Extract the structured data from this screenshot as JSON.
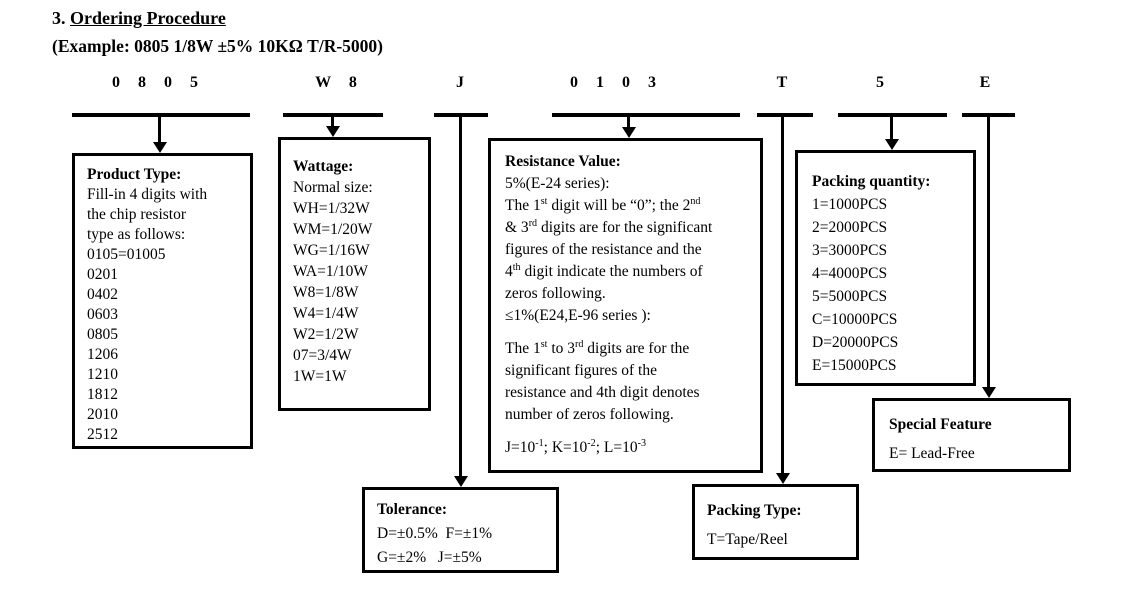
{
  "colors": {
    "ink": "#000000",
    "background": "#ffffff"
  },
  "page": {
    "title_number": "3.",
    "title": "Ordering Procedure",
    "example": "(Example: 0805 1/8W ±5% 10KΩ T/R-5000)"
  },
  "code_segments": [
    {
      "id": "product",
      "label": "0 8 0 5"
    },
    {
      "id": "wattage",
      "label": "W 8"
    },
    {
      "id": "tolerance",
      "label": "J"
    },
    {
      "id": "resist",
      "label": "0 1 0 3"
    },
    {
      "id": "packtype",
      "label": "T"
    },
    {
      "id": "packqty",
      "label": "5"
    },
    {
      "id": "special",
      "label": "E"
    }
  ],
  "boxes": {
    "product_type": {
      "title": "Product Type:",
      "lines": [
        "Fill-in 4 digits with",
        "the chip resistor",
        "type as follows:",
        "0105=01005",
        "0201",
        "0402",
        "0603",
        "0805",
        "1206",
        "1210",
        "1812",
        "2010",
        "2512"
      ]
    },
    "wattage": {
      "title": "Wattage:",
      "lines": [
        "Normal size:",
        "WH=1/32W",
        "WM=1/20W",
        "WG=1/16W",
        "WA=1/10W",
        "W8=1/8W",
        "W4=1/4W",
        "W2=1/2W",
        "07=3/4W",
        "1W=1W"
      ]
    },
    "resistance": {
      "title": "Resistance Value:",
      "lines": [
        {
          "text": "5%(E-24 series):"
        },
        {
          "text": "The 1^{st} digit will be “0”; the 2^{nd}"
        },
        {
          "text": "& 3^{rd} digits are for the significant"
        },
        {
          "text": "figures of the resistance and the"
        },
        {
          "text": "4^{th} digit indicate the numbers of"
        },
        {
          "text": "zeros following."
        },
        {
          "text": "≤1%(E24,E-96 series ):"
        },
        {
          "text": "The 1^{st} to 3^{rd} digits are for the",
          "gap": true
        },
        {
          "text": "significant figures of the"
        },
        {
          "text": "resistance and 4th digit denotes"
        },
        {
          "text": "number of zeros following."
        },
        {
          "text": "J=10^{-1}; K=10^{-2}; L=10^{-3}",
          "gap": true
        }
      ]
    },
    "packing_quantity": {
      "title": "Packing quantity:",
      "lines": [
        "1=1000PCS",
        "2=2000PCS",
        "3=3000PCS",
        "4=4000PCS",
        "5=5000PCS",
        "C=10000PCS",
        "D=20000PCS",
        "E=15000PCS"
      ]
    },
    "special_feature": {
      "title": "Special Feature",
      "lines": [
        "E= Lead-Free"
      ]
    },
    "tolerance": {
      "title": "Tolerance:",
      "lines": [
        "D=±0.5%  F=±1%",
        "G=±2%   J=±5%"
      ]
    },
    "packing_type": {
      "title": "Packing Type:",
      "lines": [
        "T=Tape/Reel"
      ]
    }
  }
}
